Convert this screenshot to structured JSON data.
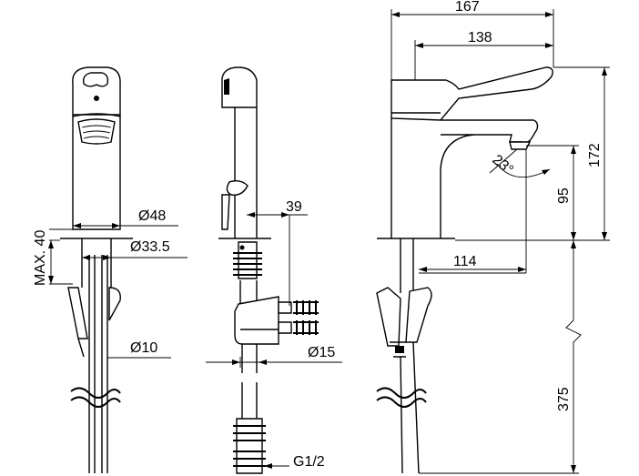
{
  "drawing": {
    "front_view": {
      "dim_body_diameter": "Ø48",
      "dim_shank_diameter": "Ø33.5",
      "dim_hose_diameter": "Ø10",
      "dim_max_deck": "MAX. 40"
    },
    "side_view": {
      "dim_offset": "39",
      "dim_connection_diameter": "Ø15",
      "dim_thread": "G1/2"
    },
    "profile_view": {
      "dim_overall_width": "167",
      "dim_lever_width": "138",
      "dim_overall_height": "172",
      "dim_spout_height": "95",
      "dim_spout_reach": "114",
      "dim_hose_length": "375",
      "dim_angle": "23°"
    }
  }
}
